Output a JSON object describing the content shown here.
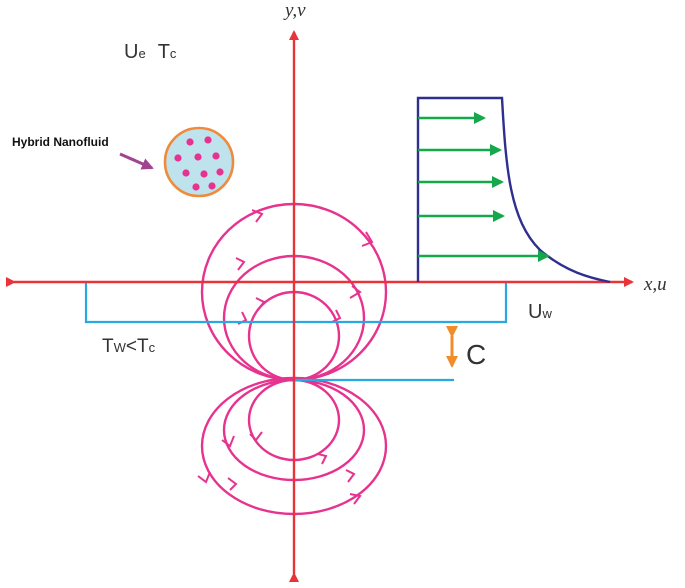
{
  "axes": {
    "x_label": "x,u",
    "y_label": "y,v"
  },
  "labels": {
    "free_stream": {
      "U": "U",
      "U_sub": "e",
      "T": "T",
      "T_sub": "c"
    },
    "nanofluid": "Hybrid Nanofluid",
    "wall_velocity": {
      "U": "U",
      "U_sub": "w"
    },
    "temperature_condition": {
      "T": "T",
      "T_sub": "W",
      "rel": "<",
      "T2": "T",
      "T2_sub": "c"
    },
    "gap": "C"
  },
  "colors": {
    "axis": "#e8333a",
    "streamline": "#e6338f",
    "profile": "#2e2f8f",
    "velocity_arrow": "#15a84a",
    "blue_guide": "#2aa8e0",
    "gap_arrow": "#f28c28",
    "nanofluid_fill": "#bfe3ec",
    "nanofluid_border": "#f08a3c",
    "particle": "#e6338f",
    "pointer_arrow": "#a0448f"
  }
}
